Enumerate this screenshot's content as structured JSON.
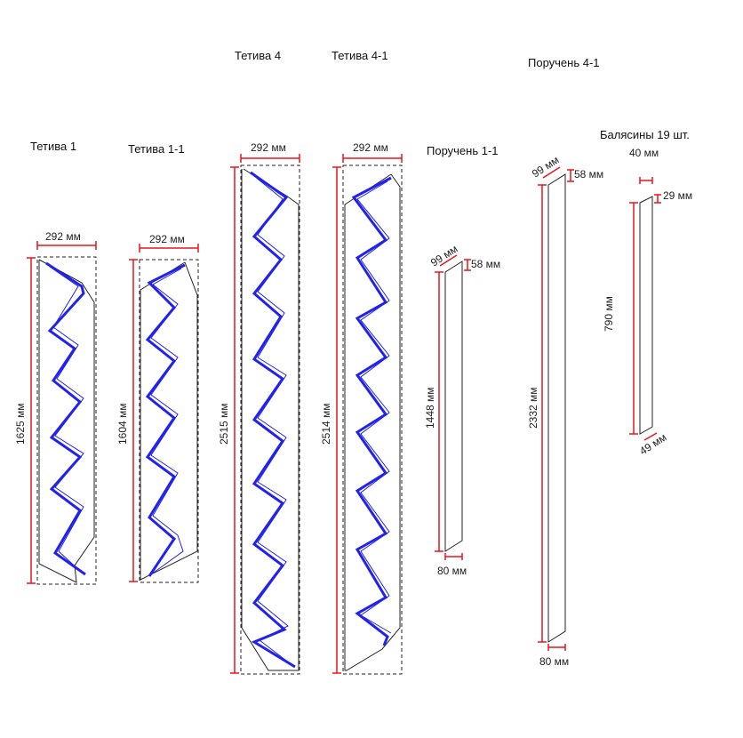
{
  "colors": {
    "dimension": "#e8141c",
    "profile": "#2222ee",
    "outline": "#222222",
    "text": "#111111"
  },
  "stringers": [
    {
      "id": "s1",
      "title": "Тетива 1",
      "width": "292 мм",
      "height": "1625 мм"
    },
    {
      "id": "s11",
      "title": "Тетива 1-1",
      "width": "292 мм",
      "height": "1604 мм"
    },
    {
      "id": "s4",
      "title": "Тетива 4",
      "width": "292 мм",
      "height": "2515 мм"
    },
    {
      "id": "s41",
      "title": "Тетива 4-1",
      "width": "292 мм",
      "height": "2514 мм"
    }
  ],
  "handrails": [
    {
      "id": "h11",
      "title": "Поручень 1-1",
      "top_diag": "99 мм",
      "top_side": "58 мм",
      "length": "1448 мм",
      "bottom": "80 мм"
    },
    {
      "id": "h41",
      "title": "Поручень 4-1",
      "top_diag": "99 мм",
      "top_side": "58 мм",
      "length": "2332 мм",
      "bottom": "80 мм"
    }
  ],
  "balusters": {
    "title": "Балясины 19 шт.",
    "width": "40 мм",
    "top_side": "29 мм",
    "length": "790 мм",
    "bottom_diag": "49 мм"
  }
}
